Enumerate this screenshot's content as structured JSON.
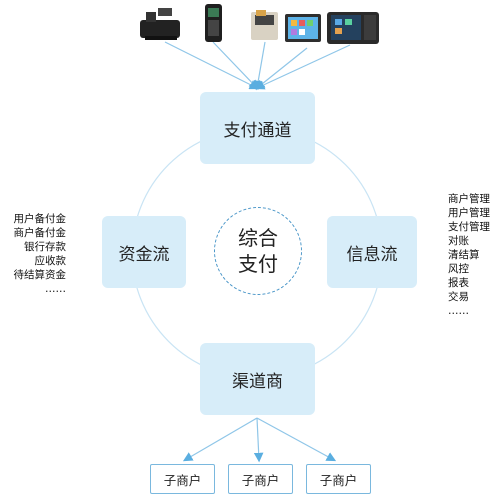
{
  "nodes": {
    "top": "支付通道",
    "left": "资金流",
    "right": "信息流",
    "bottom": "渠道商",
    "center_line1": "综合",
    "center_line2": "支付"
  },
  "left_list": [
    "用户备付金",
    "商户备付金",
    "银行存款",
    "应收款",
    "待结算资金",
    "……"
  ],
  "right_list": [
    "商户管理",
    "用户管理",
    "支付管理",
    "对账",
    "清结算",
    "风控",
    "报表",
    "交易",
    "……"
  ],
  "sub_merchants": [
    "子商户",
    "子商户",
    "子商户"
  ],
  "devices": [
    "pos-printer-icon",
    "handheld-pos-icon",
    "card-terminal-icon",
    "tablet-icon",
    "smart-pos-icon"
  ],
  "colors": {
    "node_fill": "#d7edf9",
    "line": "#8fc6e8",
    "ring": "#c9e4f4",
    "dash": "#4a96c8"
  }
}
